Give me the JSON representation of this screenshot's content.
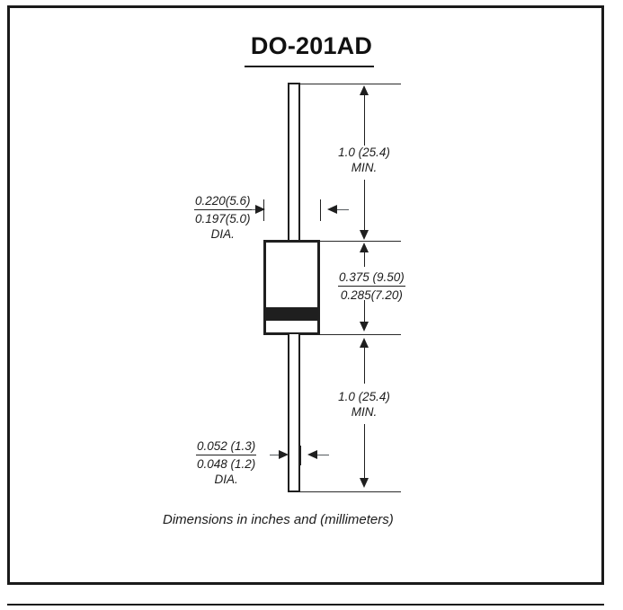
{
  "title": "DO-201AD",
  "footnote": "Dimensions in inches and (millimeters)",
  "dimensions": {
    "top_lead_length": {
      "value": "1.0 (25.4)",
      "qualifier": "MIN."
    },
    "bottom_lead_length": {
      "value": "1.0 (25.4)",
      "qualifier": "MIN."
    },
    "body_diameter": {
      "max": "0.220(5.6)",
      "min": "0.197(5.0)",
      "suffix": "DIA."
    },
    "body_length": {
      "max": "0.375 (9.50)",
      "min": "0.285(7.20)"
    },
    "lead_diameter": {
      "max": "0.052 (1.3)",
      "min": "0.048 (1.2)",
      "suffix": "DIA."
    }
  },
  "icons": {
    "arrow_up": "arrow-up-icon",
    "arrow_down": "arrow-down-icon",
    "arrow_left": "arrow-left-icon",
    "arrow_right": "arrow-right-icon"
  },
  "colors": {
    "ink": "#1f1f1f",
    "background": "#ffffff",
    "cathode_band": "#1f1f1f"
  }
}
